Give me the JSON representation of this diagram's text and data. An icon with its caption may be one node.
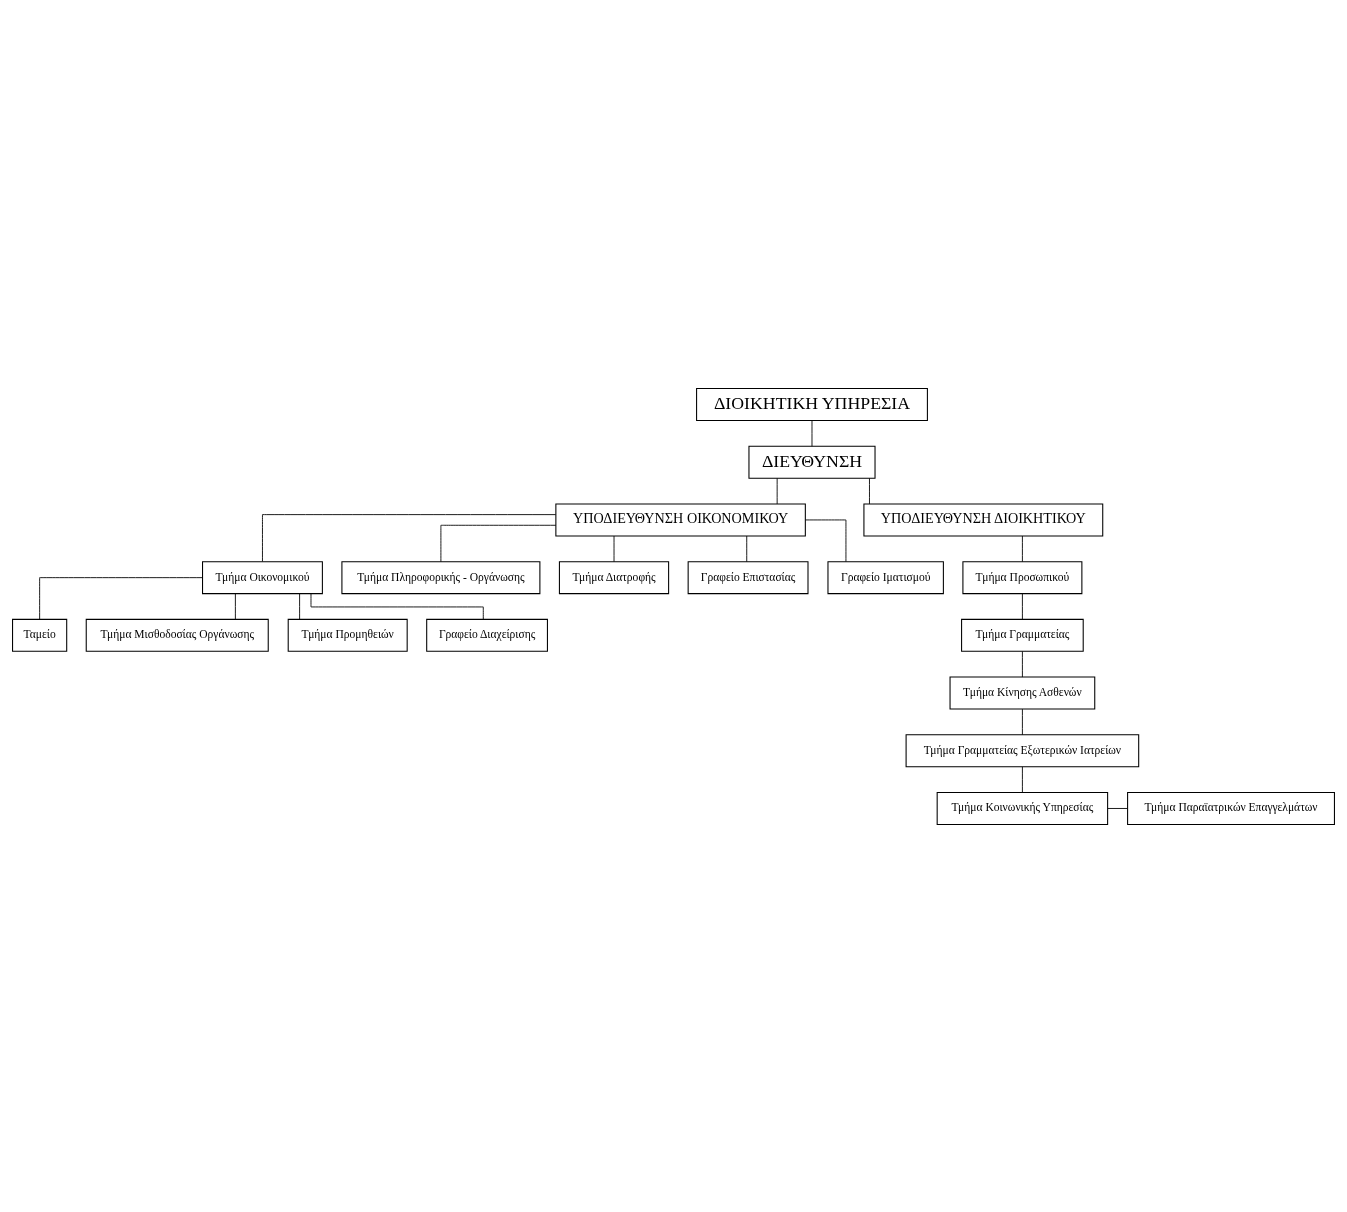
{
  "diagram": {
    "nodes": [
      {
        "text": [
          "ΔΙΟΙΚΗΤΙΚΗ ΥΠΗΡΕΣΙΑ"
        ]
      },
      {
        "text": [
          "ΔΙΕΥΘΥΝΣΗ"
        ]
      },
      {
        "text": [
          "ΥΠΟΔΙΕΥΘΥΝΣΗ ΟΙΚΟΝΟΜΙΚΟΥ"
        ]
      },
      {
        "text": [
          "ΥΠΟΔΙΕΥΘΥΝΣΗ ΔΙΟΙΚΗΤΙΚΟΥ"
        ]
      },
      {
        "text": [
          "Τμήμα Οικονομικού"
        ]
      },
      {
        "text": [
          "Τμήμα Πληροφορικής - Οργάνωσης"
        ]
      },
      {
        "text": [
          "Τμήμα Διατροφής"
        ]
      },
      {
        "text": [
          "Γραφείο Επιστασίας"
        ]
      },
      {
        "text": [
          "Γραφείο Ιματισμού"
        ]
      },
      {
        "text": [
          "Ταμείο"
        ]
      },
      {
        "text": [
          "Τμήμα Μισθοδοσίας Οργάνωσης"
        ]
      },
      {
        "text": [
          "Τμήμα Προμηθειών"
        ]
      },
      {
        "text": [
          "Γραφείο Διαχείρισης"
        ]
      },
      {
        "text": [
          "Τμήμα Προσωπικού"
        ]
      },
      {
        "text": [
          "Τμήμα Γραμματείας"
        ]
      },
      {
        "text": [
          "Τμήμα Κίνησης Ασθενών"
        ]
      },
      {
        "text": [
          "Τμήμα Γραμματείας Εξωτερικών Ιατρείων"
        ]
      },
      {
        "text": [
          "Τμήμα Κοινωνικής Υπηρεσίας"
        ]
      },
      {
        "text": [
          "Τμήμα Παραϊατρικών Επαγγελμάτων"
        ]
      }
    ],
    "edges": [
      {
        "from": 0,
        "to": 1,
        "arrow": "none"
      },
      {
        "from": 1,
        "to": 2,
        "arrow": "none"
      },
      {
        "from": 1,
        "to": 3,
        "arrow": "none"
      },
      {
        "from": 2,
        "to": 4,
        "arrow": "none"
      },
      {
        "from": 2,
        "to": 5,
        "arrow": "none"
      },
      {
        "from": 2,
        "to": 6,
        "arrow": "none"
      },
      {
        "from": 2,
        "to": 7,
        "arrow": "none"
      },
      {
        "from": 2,
        "to": 8,
        "arrow": "none"
      },
      {
        "from": 4,
        "to": 9,
        "arrow": "none"
      },
      {
        "from": 4,
        "to": 10,
        "arrow": "none"
      },
      {
        "from": 4,
        "to": 11,
        "arrow": "none"
      },
      {
        "from": 4,
        "to": 12,
        "arrow": "none"
      },
      {
        "from": 3,
        "to": 13,
        "arrow": "none"
      },
      {
        "from": 13,
        "to": 14,
        "arrow": "none"
      },
      {
        "from": 14,
        "to": 15,
        "arrow": "none"
      },
      {
        "from": 15,
        "to": 16,
        "arrow": "none"
      },
      {
        "from": 16,
        "to": 17,
        "arrow": "none"
      },
      {
        "from": 17,
        "to": 18,
        "arrow": "none"
      }
    ]
  }
}
